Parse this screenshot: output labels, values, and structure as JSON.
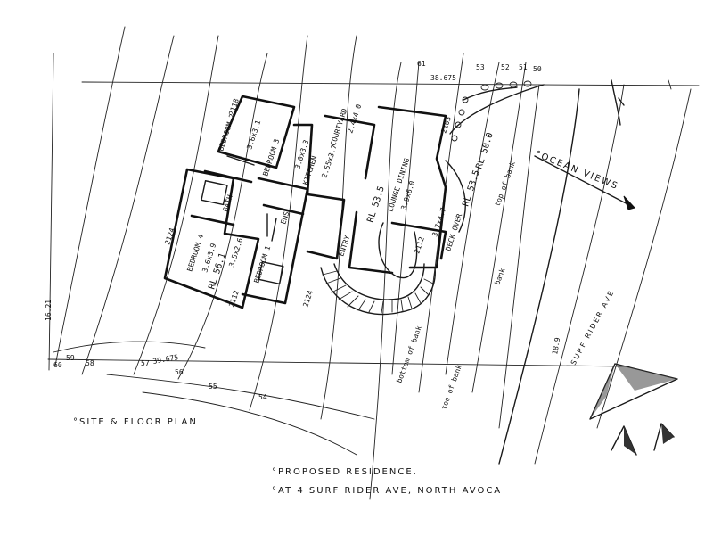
{
  "titles": {
    "site_floor_plan": "°SITE & FLOOR PLAN",
    "proposed_line1": "°PROPOSED RESIDENCE.",
    "proposed_line2": "°AT 4 SURF RIDER AVE, NORTH AVOCA"
  },
  "annotations": {
    "ocean_views": "°OCEAN VIEWS",
    "street": "SURF RIDER AVE",
    "top_of_bank": "top of bank",
    "toe_of_bank": "toe of bank",
    "bank": "bank",
    "bottom": "bottom of bank"
  },
  "rooms": {
    "bedroom2": "BEDROOM 2",
    "bedroom3": "BEDROOM 3",
    "bedroom4": "BEDROOM 4",
    "bedroom1": "BEDROOM 1",
    "kitchen": "KITCHEN",
    "courtyard": "COURTYARD",
    "lounge_dining": "LOUNGE DINING",
    "entry": "ENTRY",
    "deck": "DECK OVER",
    "bath": "BATH",
    "ens": "ENS"
  },
  "levels": {
    "rl_main": "RL 53.5",
    "rl_right": "RL 50.0",
    "rl_deck": "RL 53.5",
    "rl_bed": "RL 56.1"
  },
  "dims": {
    "d1": "38.675",
    "d2": "16.21",
    "d3": "18.9",
    "d4": "39.675",
    "d5": "3.6x3.1",
    "d6": "3.0x3.3",
    "d7": "2.55x3.7",
    "d8": "3.6x3.9",
    "d9": "3.9x6.0",
    "d10": "3.7x4.7",
    "d11": "3.5x2.6",
    "d12": "2.4x4.0",
    "d13": "2118",
    "d14": "2112",
    "d15": "2124",
    "d16": "2112",
    "d17": "2124",
    "d18": "2103"
  },
  "contours": {
    "c50": "50",
    "c51": "51",
    "c52": "52",
    "c53": "53",
    "c54": "54",
    "c55": "55",
    "c56": "56",
    "c57": "57",
    "c58": "58",
    "c59": "59",
    "c60": "60",
    "c61": "61"
  }
}
